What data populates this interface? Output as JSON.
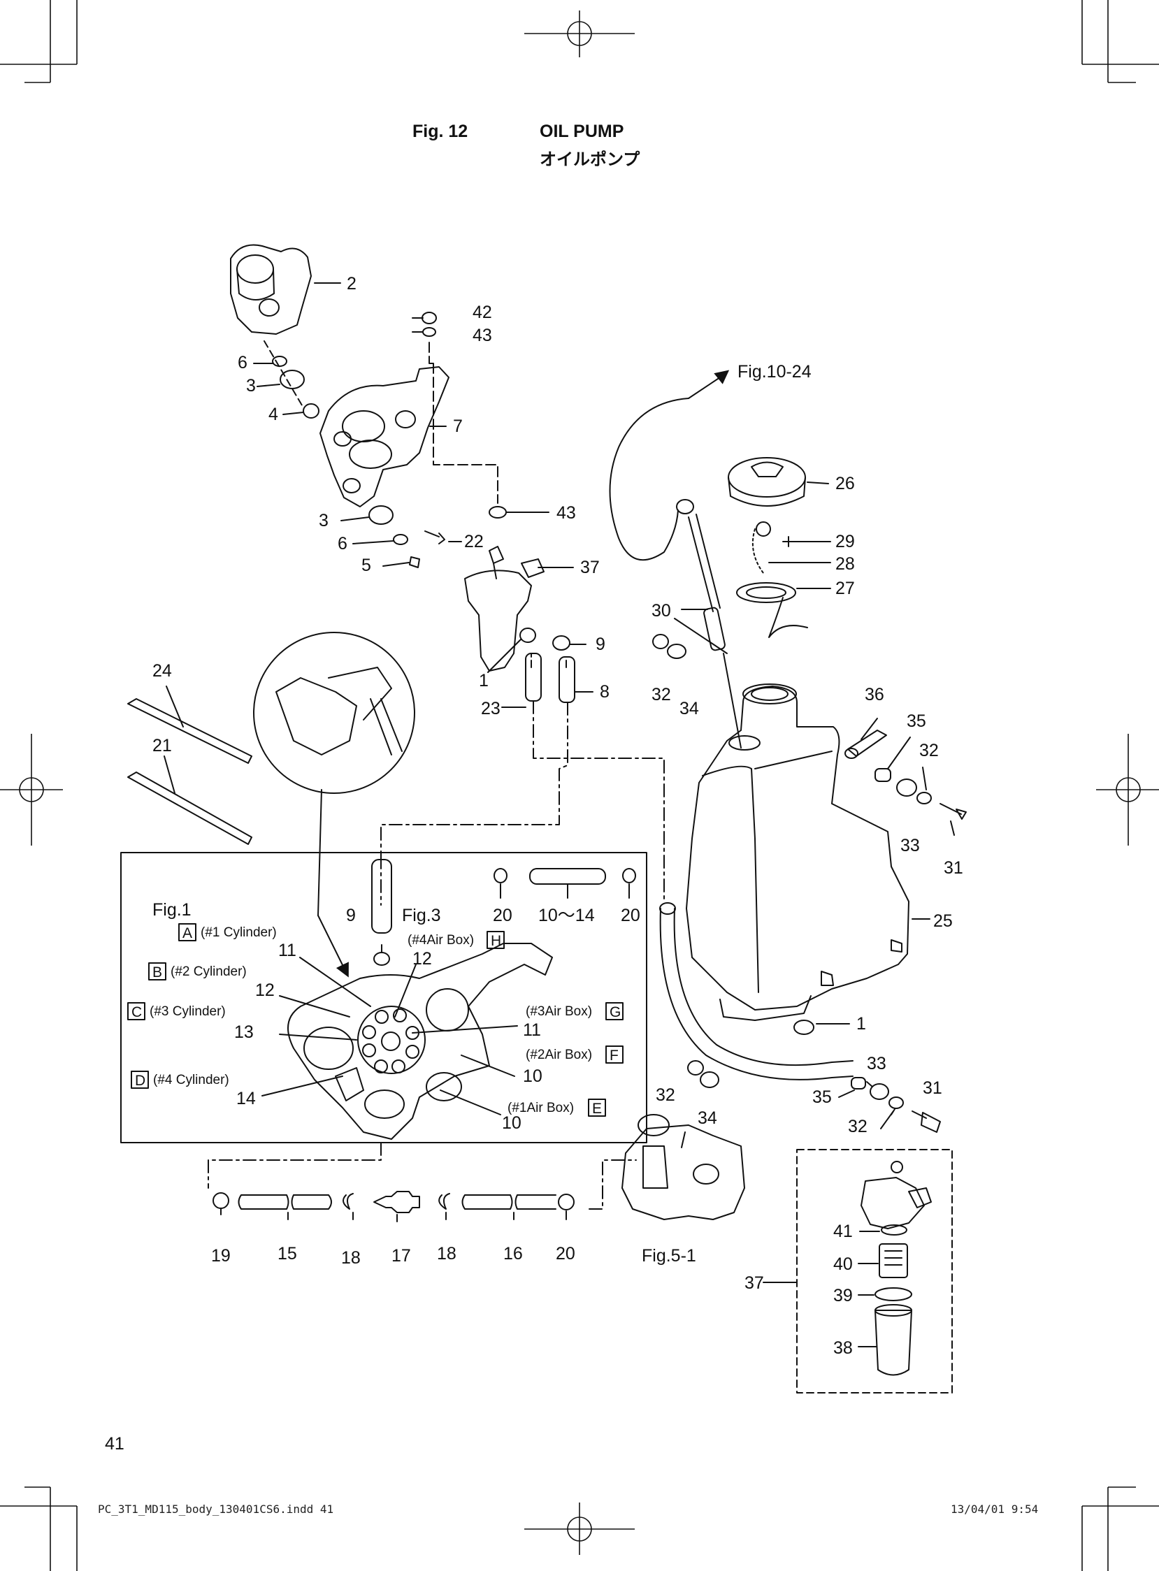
{
  "header": {
    "figure": "Fig. 12",
    "title_en": "OIL PUMP",
    "title_ja": "オイルポンプ"
  },
  "page_number": "41",
  "footer": {
    "file": "PC_3T1_MD115_body_130401CS6.indd   41",
    "timestamp": "13/04/01   9:54"
  },
  "references": {
    "fig10": "Fig.10-24",
    "fig1": "Fig.1",
    "fig3": "Fig.3",
    "fig5": "Fig.5-1",
    "range": "10～14"
  },
  "letters": [
    "A",
    "B",
    "C",
    "D",
    "E",
    "F",
    "G",
    "H"
  ],
  "cylinders": {
    "a": "(#1 Cylinder)",
    "b": "(#2 Cylinder)",
    "c": "(#3 Cylinder)",
    "d": "(#4 Cylinder)"
  },
  "airboxes": {
    "h": "(#4Air Box)",
    "g": "(#3Air Box)",
    "f": "(#2Air Box)",
    "e": "(#1Air Box)"
  },
  "callouts": {
    "c2": "2",
    "c42": "42",
    "c43a": "43",
    "c6a": "6",
    "c3a": "3",
    "c4": "4",
    "c7": "7",
    "c3b": "3",
    "c6b": "6",
    "c5": "5",
    "c22": "22",
    "c43b": "43",
    "c37a": "37",
    "c9a": "9",
    "c1a": "1",
    "c8": "8",
    "c23": "23",
    "c24": "24",
    "c21": "21",
    "c26": "26",
    "c29": "29",
    "c28": "28",
    "c27": "27",
    "c30": "30",
    "c32a": "32",
    "c34a": "34",
    "c36": "36",
    "c35a": "35",
    "c32b": "32",
    "c33a": "33",
    "c31a": "31",
    "c25": "25",
    "c1b": "1",
    "c33b": "33",
    "c35b": "35",
    "c31b": "31",
    "c32c": "32",
    "c32d": "32",
    "c34b": "34",
    "c20a": "20",
    "c20b": "20",
    "c9b": "9",
    "c11a": "11",
    "c12a": "12",
    "c12b": "12",
    "c13": "13",
    "c14": "14",
    "c11b": "11",
    "c10a": "10",
    "c10b": "10",
    "c19": "19",
    "c15": "15",
    "c18a": "18",
    "c17": "17",
    "c18b": "18",
    "c16": "16",
    "c20c": "20",
    "c41": "41",
    "c40": "40",
    "c39": "39",
    "c38": "38",
    "c37b": "37"
  }
}
